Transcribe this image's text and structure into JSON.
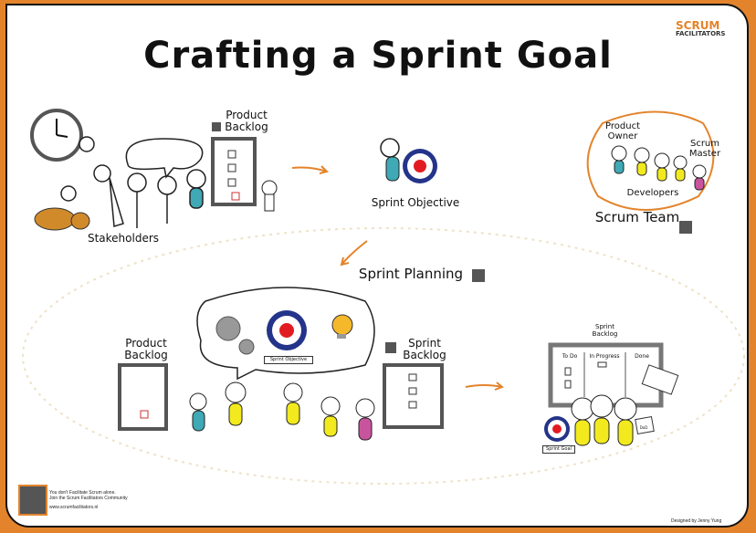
{
  "title": "Crafting a Sprint Goal",
  "logo": {
    "line1": "SCRUM",
    "line2": "FACILITATORS"
  },
  "top": {
    "product_backlog": "Product Backlog",
    "stakeholders": "Stakeholders",
    "sprint_objective": "Sprint Objective",
    "scrum_team": {
      "title": "Scrum Team",
      "product_owner": "Product Owner",
      "scrum_master": "Scrum Master",
      "developers": "Developers"
    }
  },
  "sprint_planning": "Sprint Planning",
  "bottom": {
    "product_backlog": "Product Backlog",
    "sprint_objective_tag": "Sprint Objective",
    "sprint_backlog": "Sprint Backlog",
    "board": {
      "title": "Sprint Backlog",
      "columns": [
        "To Do",
        "In Progress",
        "Done"
      ],
      "dod_card": "DoD"
    },
    "sprint_goal": "Sprint Goal"
  },
  "footer": {
    "line1": "You don't Facilitate Scrum alone.",
    "line2": "Join the Scrum Facilitators Community",
    "url": "www.scrumfacilitators.nl",
    "credit": "Designed by Jenny Yung"
  },
  "colors": {
    "frame": "#e3842c",
    "target_blue": "#24348a",
    "target_red": "#e21b23",
    "teal": "#3fa9b5",
    "yellow": "#f2ea1e",
    "pink": "#c9549e"
  }
}
